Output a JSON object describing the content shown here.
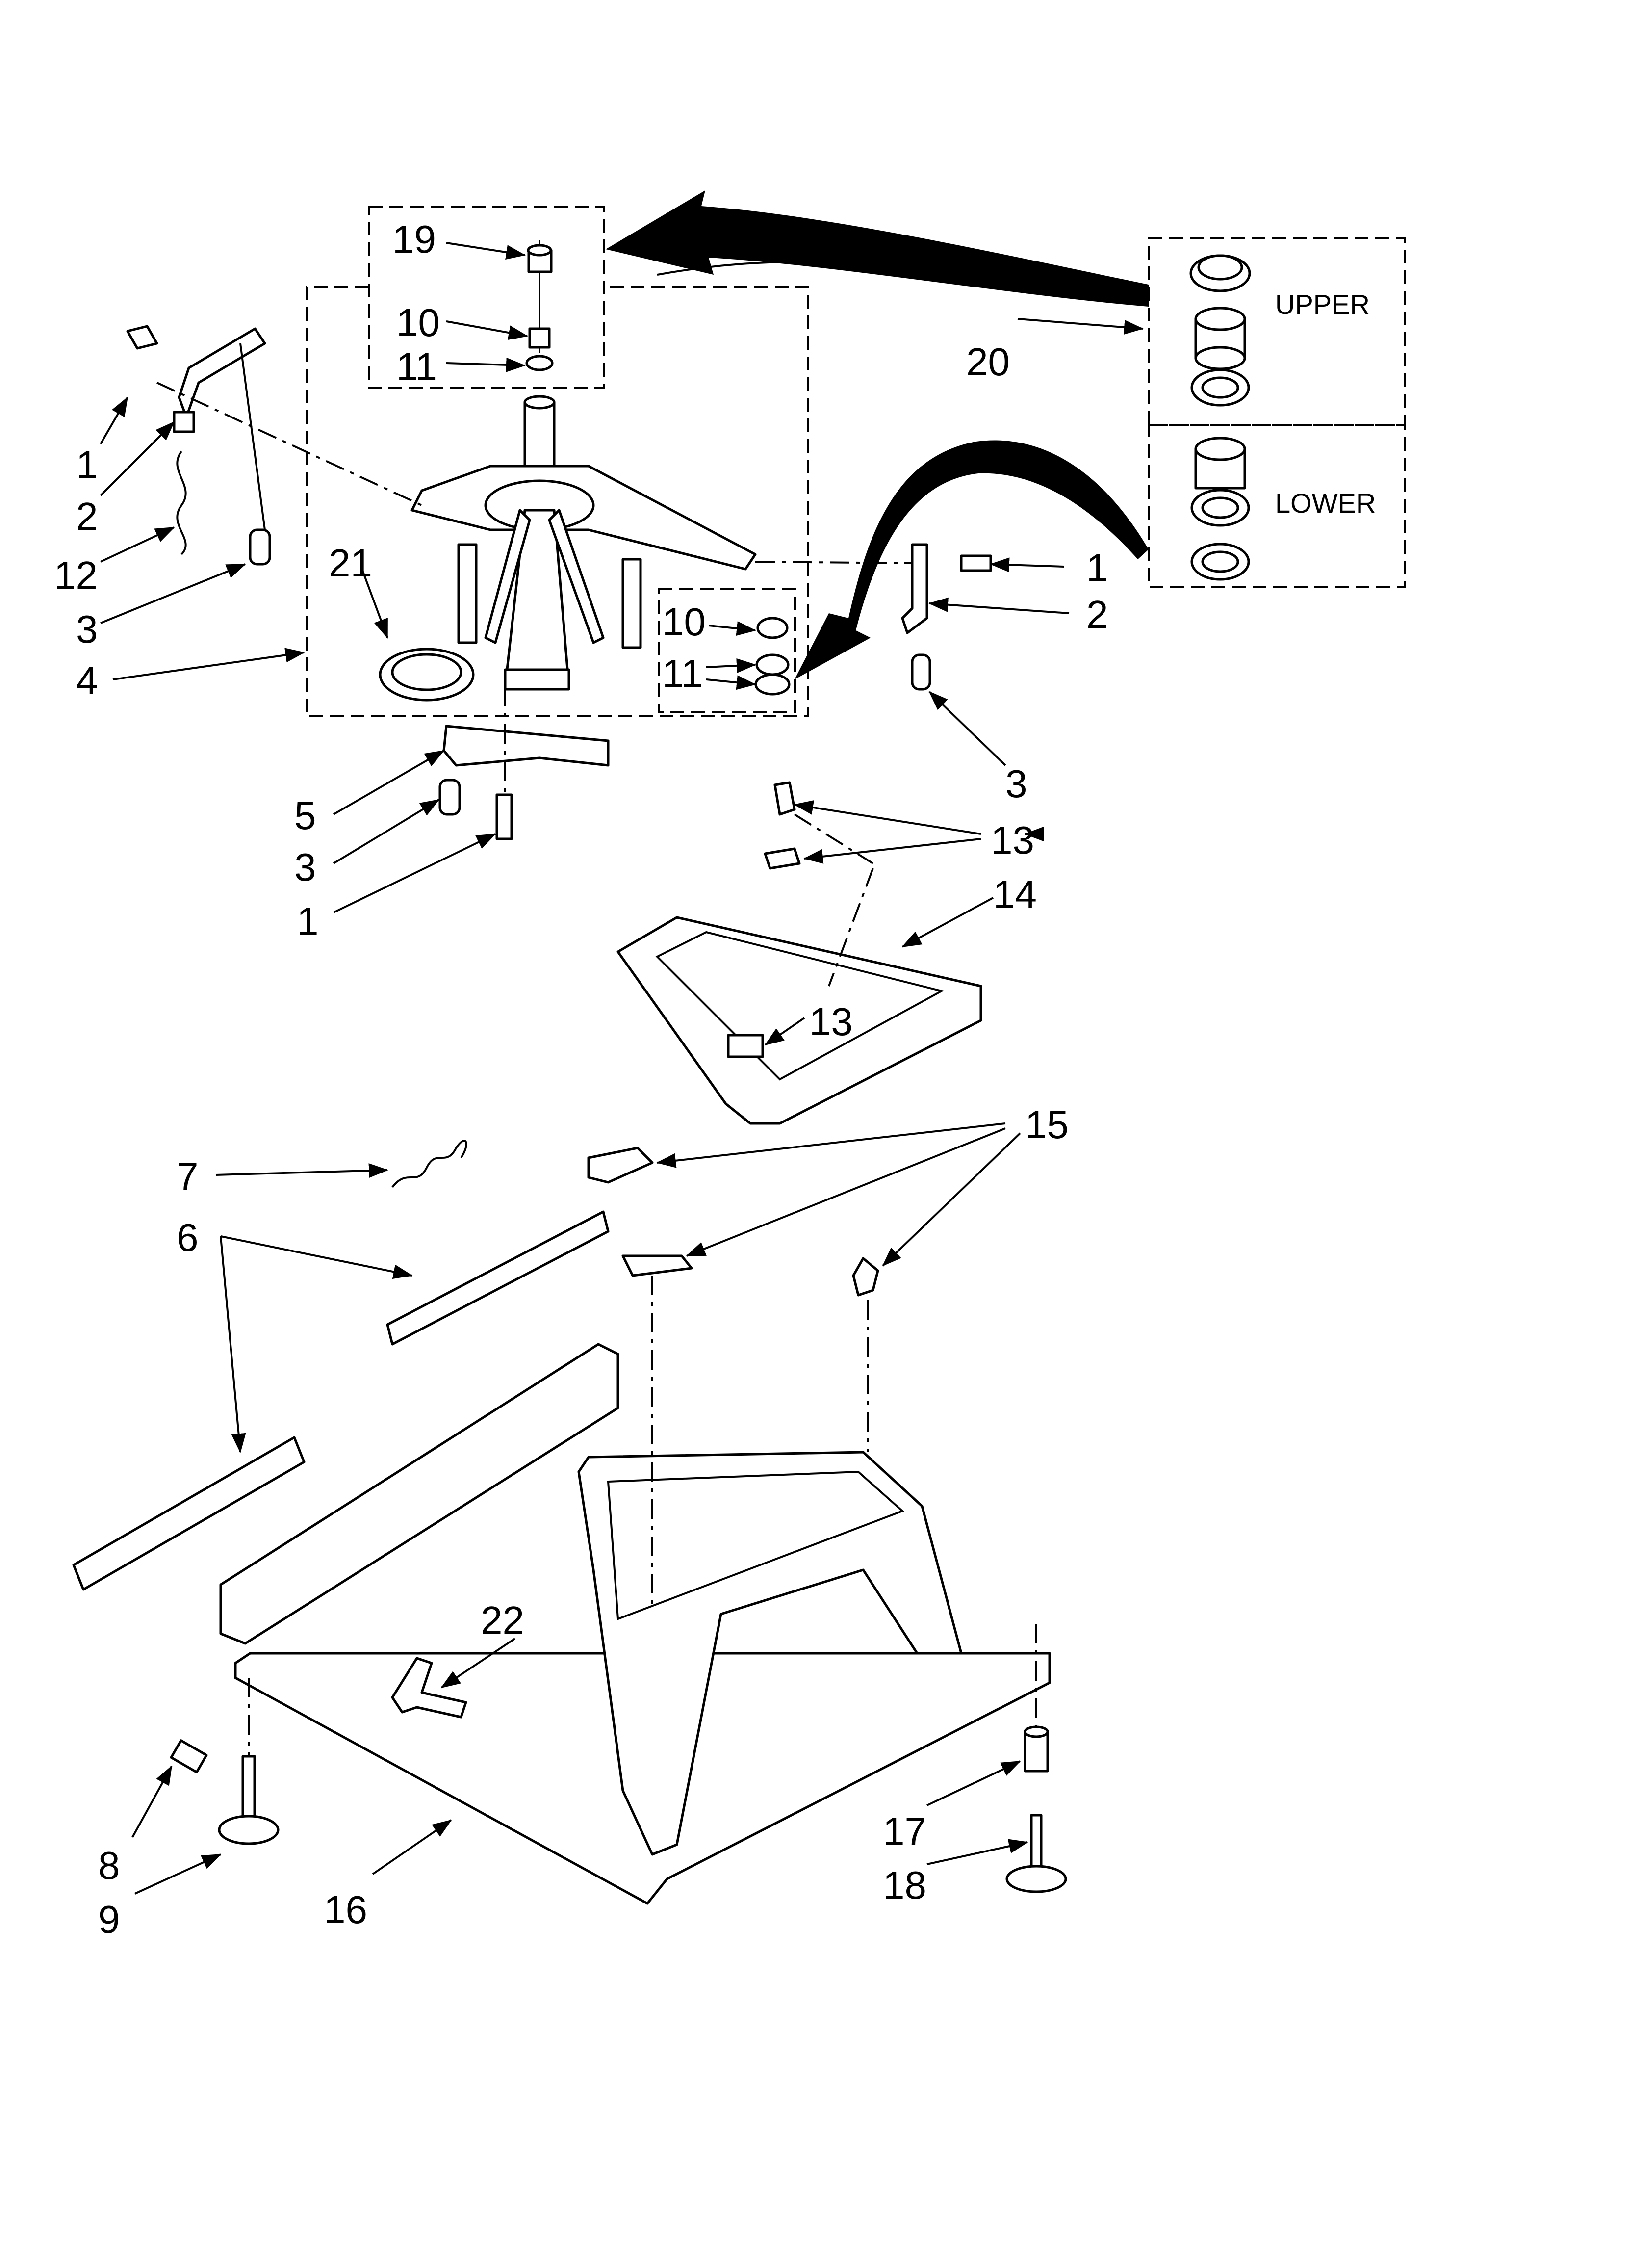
{
  "callouts": {
    "c1a": "1",
    "c2a": "2",
    "c12": "12",
    "c3a": "3",
    "c4": "4",
    "c21": "21",
    "c19": "19",
    "c10a": "10",
    "c11a": "11",
    "c10b": "10",
    "c11b": "11",
    "c1b": "1",
    "c2b": "2",
    "c3b": "3",
    "c5": "5",
    "c3c": "3",
    "c1c": "1",
    "c20": "20",
    "c13a": "13",
    "c14": "14",
    "c13b": "13",
    "c15": "15",
    "c7": "7",
    "c6": "6",
    "c22": "22",
    "c8": "8",
    "c9": "9",
    "c16": "16",
    "c17": "17",
    "c18": "18"
  },
  "kit_box": {
    "upper_label": "UPPER",
    "lower_label": "LOWER"
  }
}
